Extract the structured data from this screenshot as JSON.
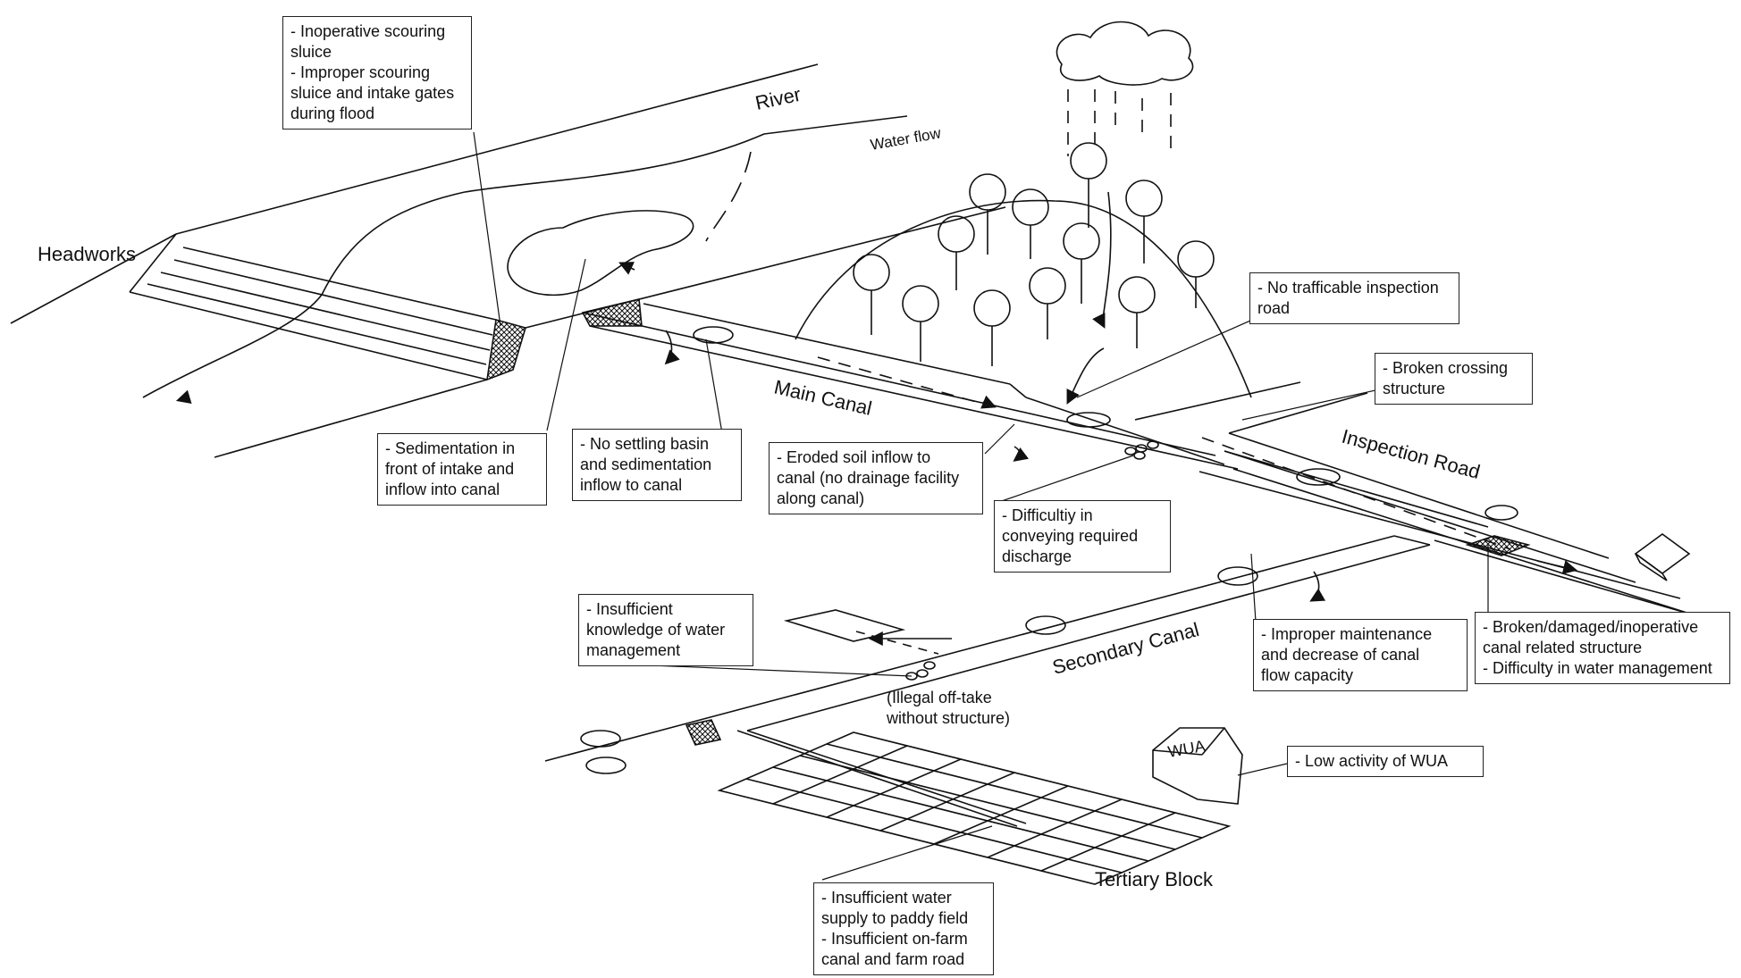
{
  "labels": {
    "headworks": "Headworks",
    "river": "River",
    "water_flow": "Water flow",
    "main_canal": "Main Canal",
    "inspection_road": "Inspection Road",
    "secondary_canal": "Secondary Canal",
    "tertiary_block": "Tertiary Block",
    "wua": "WUA"
  },
  "callouts": {
    "scouring_sluice": [
      "- Inoperative scouring",
      "sluice",
      "- Improper scouring",
      "sluice and intake gates",
      "during flood"
    ],
    "sedimentation_intake": [
      "- Sedimentation in",
      "front of intake and",
      "inflow into canal"
    ],
    "settling_basin": [
      "- No settling basin",
      "and sedimentation",
      "inflow to canal"
    ],
    "eroded_soil": [
      "- Eroded soil inflow to",
      "canal (no drainage facility",
      "along canal)"
    ],
    "discharge": [
      "- Difficultiy in",
      "conveying required",
      "discharge"
    ],
    "inspection_road": [
      "- No trafficable inspection",
      "road"
    ],
    "crossing_structure": [
      "- Broken crossing",
      "structure"
    ],
    "canal_structure": [
      "- Broken/damaged/inoperative",
      "canal related structure",
      "- Difficulty in water management"
    ],
    "maintenance": [
      "- Improper maintenance",
      "and decrease of canal",
      "flow capacity"
    ],
    "water_knowledge": [
      "- Insufficient",
      "knowledge of water",
      "management"
    ],
    "illegal_offtake": [
      "(Illegal off-take",
      "without structure)"
    ],
    "wua_activity": [
      "- Low activity of WUA"
    ],
    "water_supply": [
      "- Insufficient water",
      "supply to paddy field",
      "- Insufficient on-farm",
      "canal and farm road"
    ]
  }
}
